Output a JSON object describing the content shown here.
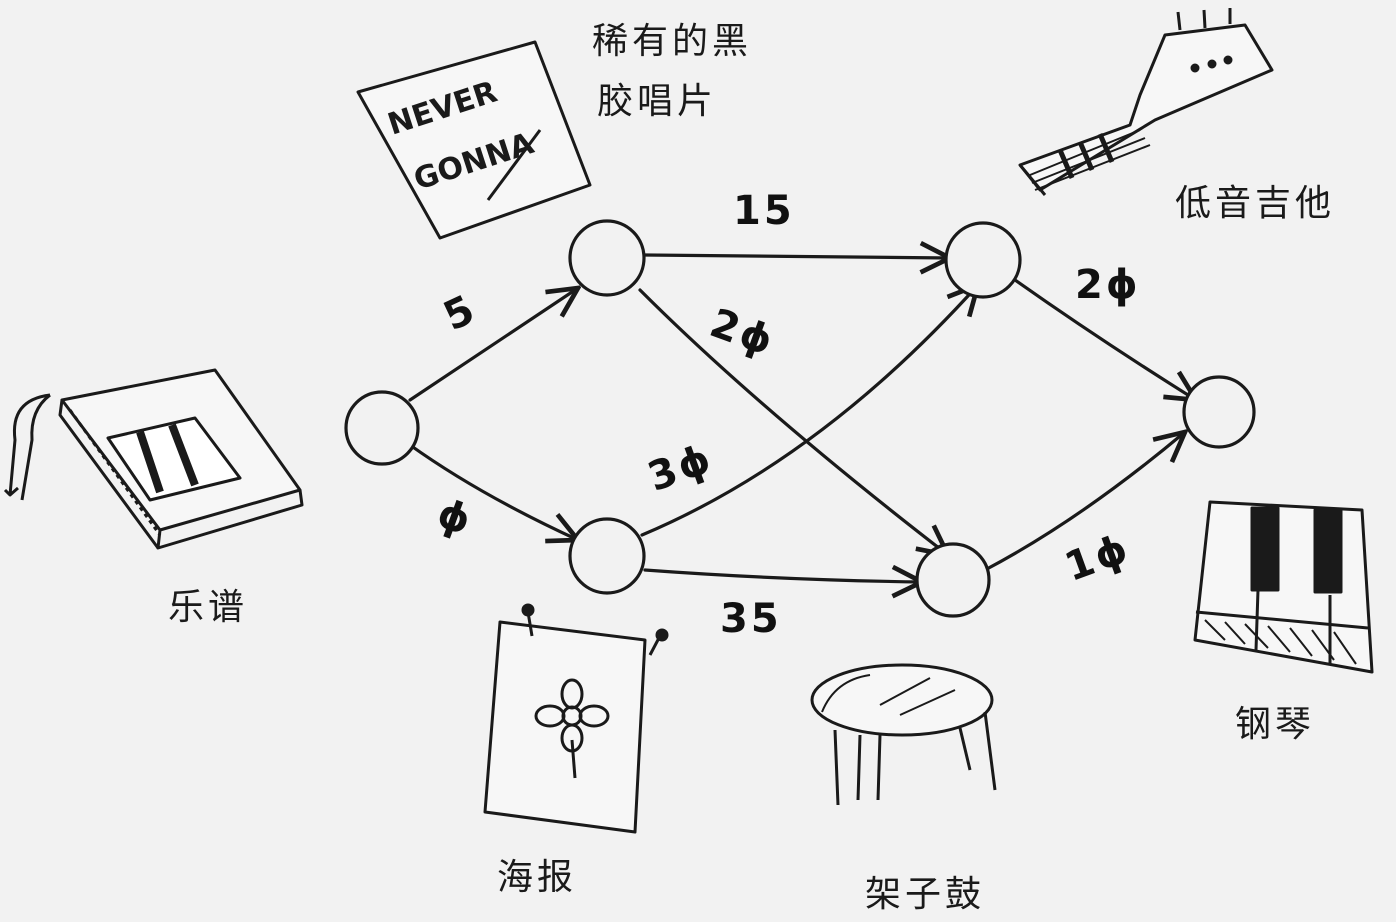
{
  "nodes": [
    "start",
    "upper-mid",
    "lower-mid",
    "upper-right",
    "lower-right",
    "end"
  ],
  "edges": [
    {
      "from": "start",
      "to": "upper-mid",
      "weight": "5"
    },
    {
      "from": "start",
      "to": "lower-mid",
      "weight": "ϕ"
    },
    {
      "from": "upper-mid",
      "to": "upper-right",
      "weight": "15"
    },
    {
      "from": "upper-mid",
      "to": "lower-right",
      "weight": "2ϕ"
    },
    {
      "from": "lower-mid",
      "to": "upper-right",
      "weight": "3ϕ"
    },
    {
      "from": "lower-mid",
      "to": "lower-right",
      "weight": "35"
    },
    {
      "from": "upper-right",
      "to": "end",
      "weight": "2ϕ"
    },
    {
      "from": "lower-right",
      "to": "end",
      "weight": "1ϕ"
    }
  ],
  "items": {
    "sheet_music": "乐谱",
    "rare_record_line1": "稀有的黑",
    "rare_record_line2": "胶唱片",
    "record_text_1": "NEVER",
    "record_text_2": "GONNA",
    "bass_guitar": "低音吉他",
    "poster": "海报",
    "drum_kit": "架子鼓",
    "piano": "钢琴"
  },
  "colors": {
    "ink": "#1a1a1a",
    "background": "#f2f2f2"
  }
}
